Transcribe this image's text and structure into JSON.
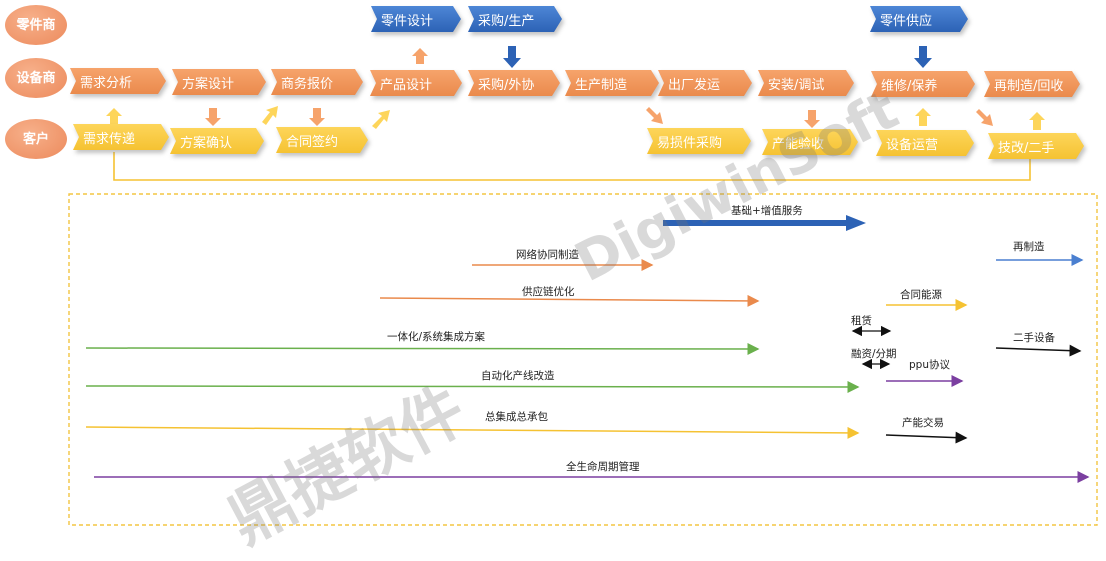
{
  "roles": {
    "supplier": "零件商",
    "equipment": "设备商",
    "customer": "客户"
  },
  "supplier_row": {
    "parts_design": "零件设计",
    "purchase_production": "采购/生产",
    "parts_supply": "零件供应"
  },
  "equipment_row": {
    "demand_analysis": "需求分析",
    "solution_design": "方案设计",
    "business_quote": "商务报价",
    "product_design": "产品设计",
    "purchase_outsourcing": "采购/外协",
    "production_manufacturing": "生产制造",
    "shipping": "出厂发运",
    "install_debug": "安装/调试",
    "maintenance": "维修/保养",
    "remanufacture_recycle": "再制造/回收"
  },
  "customer_row": {
    "demand_transfer": "需求传递",
    "solution_confirm": "方案确认",
    "contract_sign": "合同签约",
    "wear_parts_purchase": "易损件采购",
    "capacity_acceptance": "产能验收",
    "equipment_operation": "设备运营",
    "tech_upgrade": "技改/二手"
  },
  "services": {
    "basic_value_added": "基础+增值服务",
    "remanufacture": "再制造",
    "network_collab": "网络协同制造",
    "supply_chain_opt": "供应链优化",
    "contract_energy": "合同能源",
    "lease": "租赁",
    "integrated_solution": "一体化/系统集成方案",
    "second_hand": "二手设备",
    "financing": "融资/分期",
    "ppu": "ppu协议",
    "automation_upgrade": "自动化产线改造",
    "turnkey": "总集成总承包",
    "capacity_trade": "产能交易",
    "lifecycle": "全生命周期管理"
  },
  "watermark": {
    "text1": "DigiwinSoft",
    "text2": "鼎捷软件"
  },
  "colors": {
    "orange": "#ea8a4c",
    "yellow": "#f5c232",
    "blue": "#2c62b5",
    "green": "#6ab04c",
    "purple": "#7b3fa0",
    "black": "#111111",
    "blue_thin": "#4a7fd0",
    "dash": "#f3c542"
  }
}
